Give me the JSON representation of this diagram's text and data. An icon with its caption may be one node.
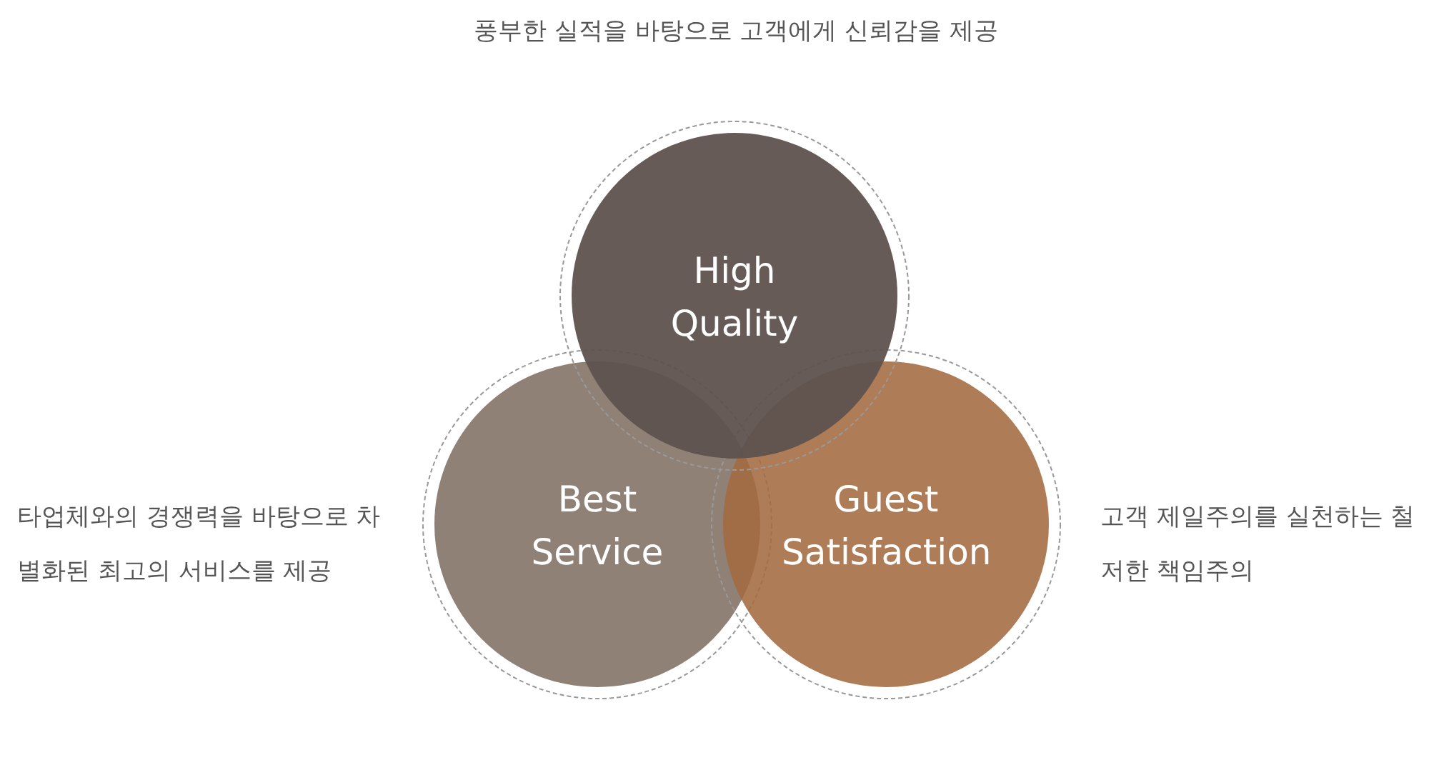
{
  "diagram": {
    "nodes": [
      {
        "text": [
          "High Quality"
        ],
        "beside": [
          "풍부한 실적을 바탕으로 고객에게 신뢰감을 제공"
        ]
      },
      {
        "text": [
          "Best Service"
        ],
        "beside": [
          "타업체와의 경쟁력을 바탕으로 차별화된 최고의 서비스를 제공"
        ]
      },
      {
        "text": [
          "Guest Satisfaction"
        ],
        "beside": [
          "고객 제일주의를 실천하는 철저한 책임주의"
        ]
      }
    ]
  }
}
